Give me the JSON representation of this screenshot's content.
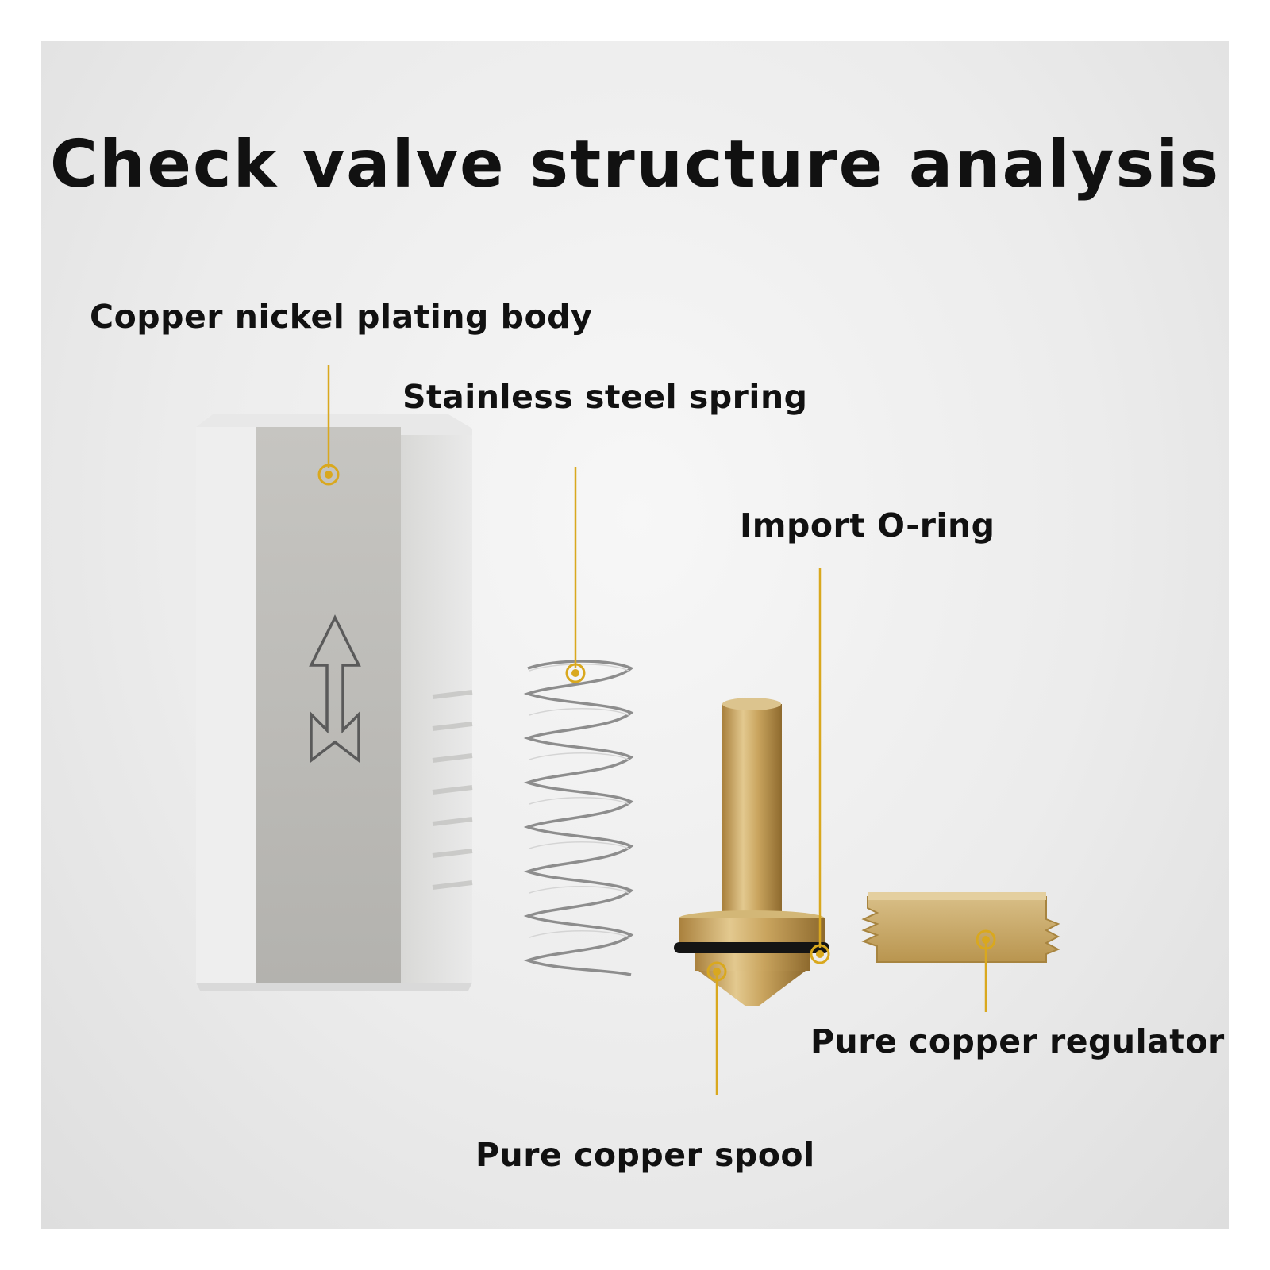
{
  "title": "Check valve structure analysis",
  "parts": [
    {
      "id": "body",
      "label": "Copper nickel plating body"
    },
    {
      "id": "spring",
      "label": "Stainless steel spring"
    },
    {
      "id": "oring",
      "label": "Import O-ring"
    },
    {
      "id": "regulator",
      "label": "Pure copper regulator"
    },
    {
      "id": "spool",
      "label": "Pure copper spool"
    }
  ],
  "colors": {
    "leader_line": "#d9a81e",
    "background": "#ececec",
    "silver": "#c0bfbb",
    "brass": "#c9a864",
    "text": "#111111"
  },
  "icons": [
    "flow-direction-arrow-icon"
  ]
}
